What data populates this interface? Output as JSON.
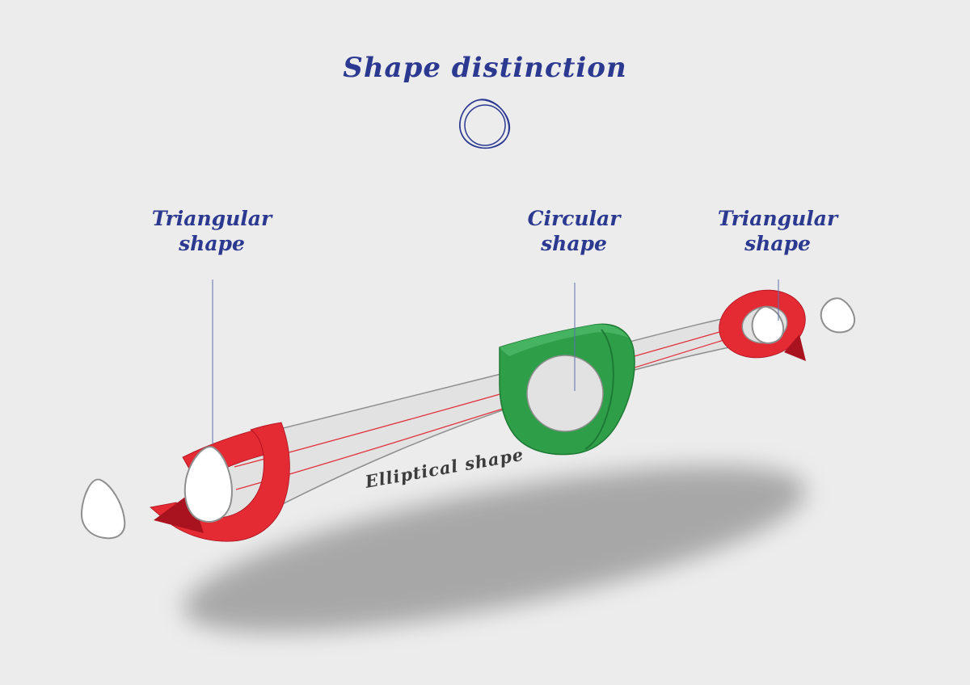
{
  "title": "Shape distinction",
  "annotations": {
    "left": {
      "line1": "Triangular",
      "line2": "shape"
    },
    "middle": {
      "line1": "Circular",
      "line2": "shape"
    },
    "right": {
      "line1": "Triangular",
      "line2": "shape"
    }
  },
  "body_label": "Elliptical shape",
  "colors": {
    "background": "#ececec",
    "ink_blue": "#2b3990",
    "leader_line": "#5f6eae",
    "red": "#e42a33",
    "red_dark": "#a9121f",
    "green": "#2f9e49",
    "green_light": "#45b360",
    "green_dark": "#1d7a35",
    "body_fill": "#e2e2e2",
    "body_stroke": "#8f8f8f",
    "cross_section_fill": "#ffffff",
    "stripe_red": "#e0333c",
    "shadow": "#a0a0a0",
    "body_label_color": "#3c3c3c"
  }
}
